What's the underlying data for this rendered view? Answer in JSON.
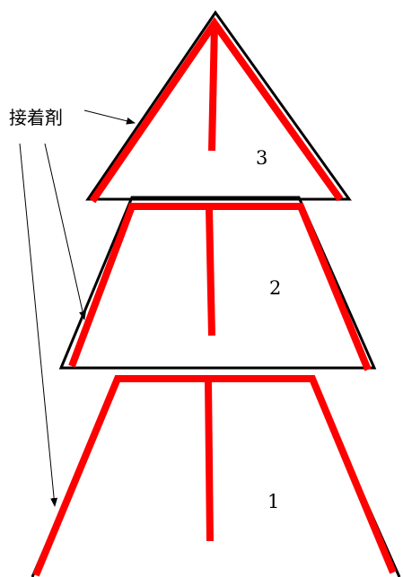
{
  "diagram": {
    "callout_label": "接着剤",
    "piece_numbers": {
      "top": "3",
      "middle": "2",
      "bottom": "1"
    },
    "colors": {
      "glue": "#ff0000",
      "outline": "#000000",
      "background": "#ffffff"
    }
  }
}
